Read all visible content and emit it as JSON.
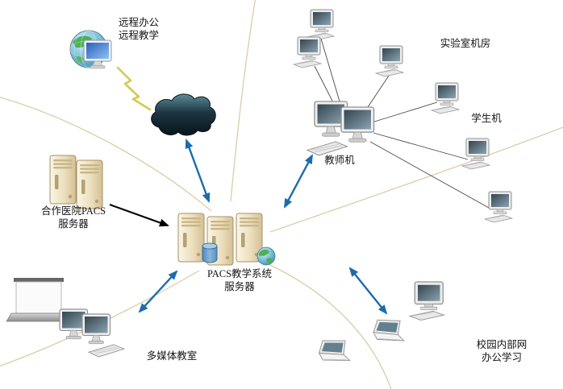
{
  "diagram": {
    "background": "#ffffff",
    "nodes": {
      "remote_office": {
        "label_line1": "远程办公",
        "label_line2": "远程教学"
      },
      "lab_room": {
        "label": "实验室机房"
      },
      "teacher_machine": {
        "label": "教师机"
      },
      "student_machine": {
        "label": "学生机"
      },
      "hospital_pacs_server": {
        "label_line1": "合作医院PACS",
        "label_line2": "服务器"
      },
      "pacs_teaching_server": {
        "label_line1": "PACS教学系统",
        "label_line2": "服务器"
      },
      "multimedia_classroom": {
        "label": "多媒体教室"
      },
      "campus_intranet": {
        "label_line1": "校园内部网",
        "label_line2": "办公学习"
      }
    },
    "colors": {
      "arrow_blue": "#1b6cad",
      "arrow_black": "#000000",
      "swoosh_tan": "#d9c79e",
      "cloud_dark": "#12242c",
      "server_beige": "#e9dcba",
      "lightning_yellow": "#d6c94f"
    }
  }
}
